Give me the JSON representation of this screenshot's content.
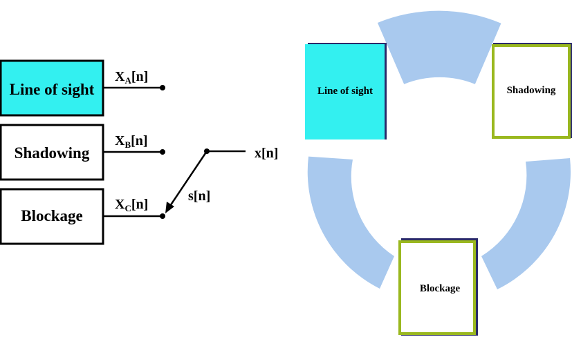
{
  "switch_diagram": {
    "states": [
      {
        "label": "Line of sight",
        "signal": "X",
        "subscript": "A",
        "suffix": "[n]",
        "fill": "#33f0f0"
      },
      {
        "label": "Shadowing",
        "signal": "X",
        "subscript": "B",
        "suffix": "[n]",
        "fill": "#ffffff"
      },
      {
        "label": "Blockage",
        "signal": "X",
        "subscript": "C",
        "suffix": "[n]",
        "fill": "#ffffff"
      }
    ],
    "selector_label": "s[n]",
    "output_label": "x[n]"
  },
  "cycle_diagram": {
    "ring_color": "#a9c9ee",
    "states": [
      {
        "label": "Line of sight",
        "fill": "#33f0f0",
        "border": "#33f0f0",
        "shadow": "#2a2a6a"
      },
      {
        "label": "Shadowing",
        "fill": "#ffffff",
        "border": "#9ab81f",
        "shadow": "#2a2a6a"
      },
      {
        "label": "Blockage",
        "fill": "#ffffff",
        "border": "#9ab81f",
        "shadow": "#2a2a6a"
      }
    ]
  }
}
